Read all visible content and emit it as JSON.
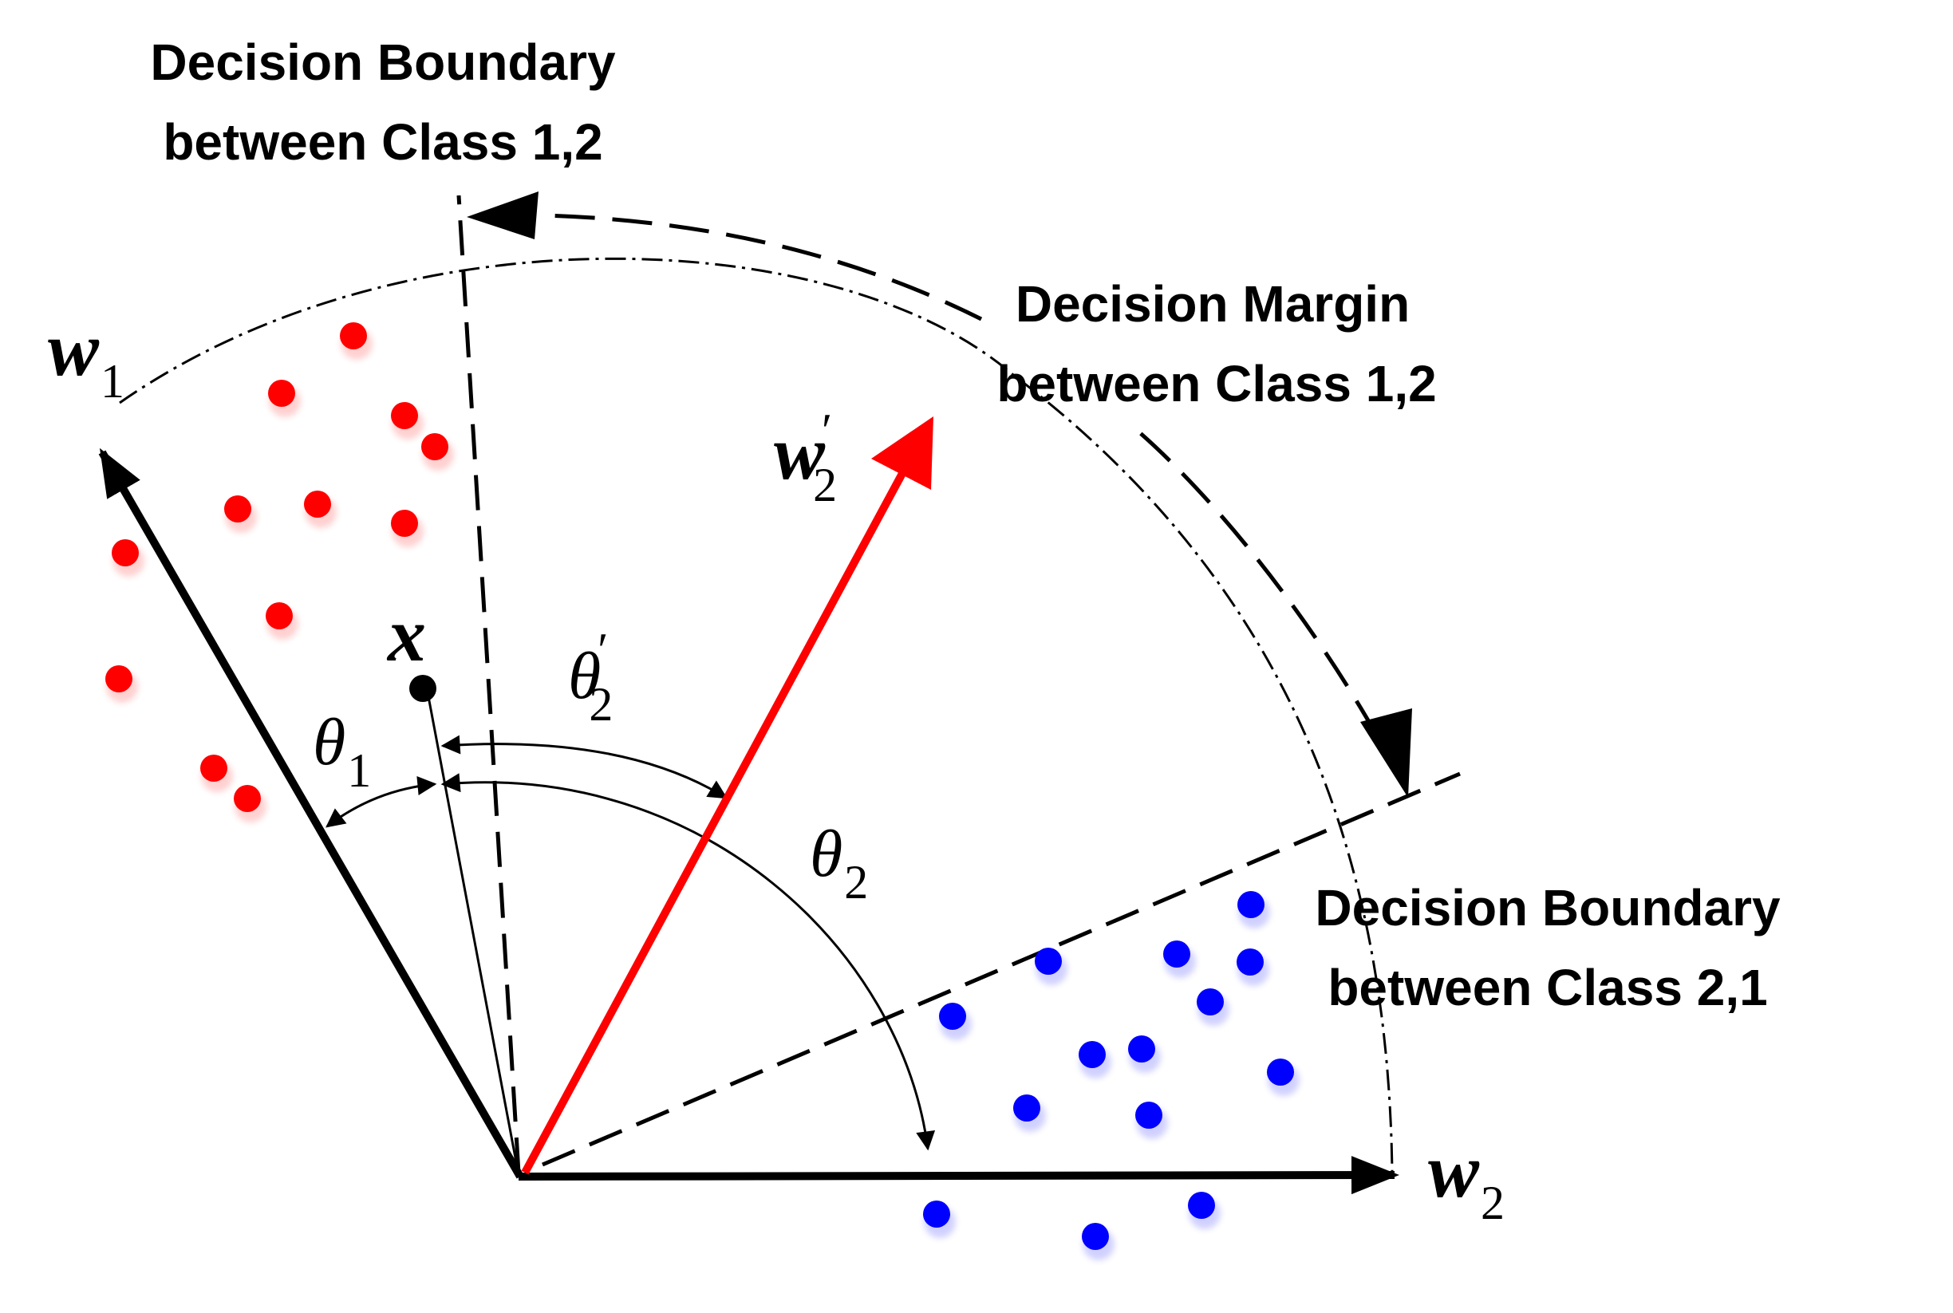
{
  "labels": {
    "boundary_12_line1": "Decision Boundary",
    "boundary_12_line2": "between Class 1,2",
    "margin_line1": "Decision Margin",
    "margin_line2": "between Class 1,2",
    "boundary_21_line1": "Decision Boundary",
    "boundary_21_line2": "between Class 2,1"
  },
  "vectors": {
    "w1": {
      "symbol": "w",
      "subscript": "1"
    },
    "w2": {
      "symbol": "w",
      "subscript": "2"
    },
    "w2_prime": {
      "symbol": "w",
      "prime": "′",
      "subscript": "2"
    },
    "x": {
      "symbol": "x"
    }
  },
  "angles": {
    "theta1": {
      "symbol": "θ",
      "subscript": "1"
    },
    "theta2": {
      "symbol": "θ",
      "subscript": "2"
    },
    "theta2_prime": {
      "symbol": "θ",
      "prime": "′",
      "subscript": "2"
    }
  },
  "colors": {
    "class1": "#ff0000",
    "class2": "#0000ff",
    "w2_prime": "#ff0000",
    "axes": "#000000"
  }
}
